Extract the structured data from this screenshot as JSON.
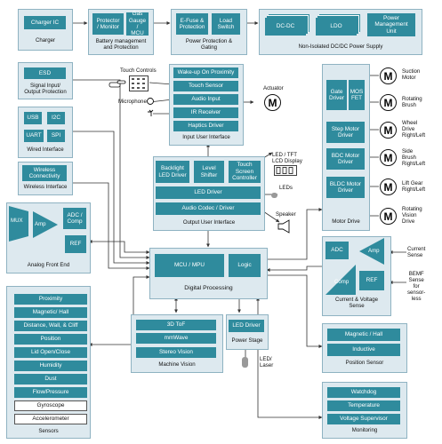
{
  "colors": {
    "block": "#2f8b9d",
    "panel": "#dde9ef",
    "panel_border": "#8fb3c2",
    "wire": "#333333"
  },
  "charger": {
    "ic": "Charger IC",
    "caption": "Charger"
  },
  "battery": {
    "protector": "Protector\n/ Monitor",
    "gauge": "Gas\nGauge /\nMCU",
    "caption": "Battery management\nand Protection"
  },
  "power_protection": {
    "efuse": "E-Fuse &\nProtection",
    "load_switch": "Load\nSwitch",
    "caption": "Power Protection &\nGating"
  },
  "dcdc": {
    "dcdc": "DC-DC",
    "ldo": "LDO",
    "pmu": "Power\nManagement\nUnit",
    "caption": "Non-Isolated DC/DC Power Supply"
  },
  "esd": {
    "block": "ESD",
    "caption": "Signal Input/\nOutput Protection"
  },
  "wired": {
    "usb": "USB",
    "i2c": "I2C",
    "uart": "UART",
    "spi": "SPI",
    "caption": "Wired Interface"
  },
  "wireless": {
    "block": "Wireless\nConnectivity",
    "caption": "Wireless Interface"
  },
  "afe": {
    "mux": "MUX",
    "amp": "Amp",
    "adc": "ADC /\nComp",
    "ref": "REF",
    "caption": "Analog Front End"
  },
  "sensors": {
    "items": [
      "Proximity",
      "Magnetic/ Hall",
      "Distance, Wall, & Cliff",
      "Position",
      "Lid Open/Close",
      "Humidity",
      "Dust",
      "Flow/Pressure"
    ],
    "white_items": [
      "Gyroscope",
      "Accelerometer"
    ],
    "caption": "Sensors"
  },
  "input_ui": {
    "items": [
      "Wake-up On Proximity",
      "Touch Sensor",
      "Audio Input",
      "IR Receiver",
      "Haptics Driver"
    ],
    "caption": "Input User Interface",
    "touch_controls": "Touch Controls",
    "microphone": "Microphone",
    "actuator": "Actuator"
  },
  "output_ui": {
    "backlight": "Backlight\nLED Driver",
    "level_shifter": "Level\nShifter",
    "touch_screen": "Touch\nScreen\nController",
    "led_driver": "LED Driver",
    "audio_codec": "Audio Codec / Driver",
    "caption": "Output User Interface",
    "lcd_label": "LED / TFT\nLCD Display",
    "leds_label": "LEDs",
    "speaker_label": "Speaker"
  },
  "digital": {
    "mcu": "MCU / MPU",
    "logic": "Logic",
    "caption": "Digital Processing"
  },
  "machine_vision": {
    "items": [
      "3D ToF",
      "mmWave",
      "Stereo Vision"
    ],
    "caption": "Machine Vision"
  },
  "power_stage": {
    "led_driver": "LED Driver",
    "caption": "Power Stage",
    "laser_label": "LED/\nLaser"
  },
  "motor_drive": {
    "gate_driver": "Gate\nDriver",
    "mosfet": "MOS\nFET",
    "step": "Step Motor\nDriver",
    "bdc": "BDC Motor\nDriver",
    "bldc": "BLDC Motor\nDriver",
    "caption": "Motor Drive",
    "motor_glyph": "M",
    "motors": [
      "Suction\nMotor",
      "Rotating\nBrush",
      "Wheel\nDrive\nRight/Left",
      "Side\nBrush\nRight/Left",
      "Lift Gear\nRight/Left",
      "Rotating\nVision\nDrive"
    ]
  },
  "current_sense": {
    "adc": "ADC",
    "amp": "Amp",
    "comp": "Comp",
    "ref": "REF",
    "caption": "Current & Voltage\nSense",
    "current_sense_label": "Current\nSense",
    "bemf_label": "BEMF\nSense\nfor\nsensor-\nless"
  },
  "position_sensor": {
    "items": [
      "Magnetic / Hall",
      "Inductive"
    ],
    "caption": "Position Sensor"
  },
  "monitoring": {
    "items": [
      "Watchdog",
      "Temperature",
      "Voltage Supervisor"
    ],
    "caption": "Monitoring"
  }
}
